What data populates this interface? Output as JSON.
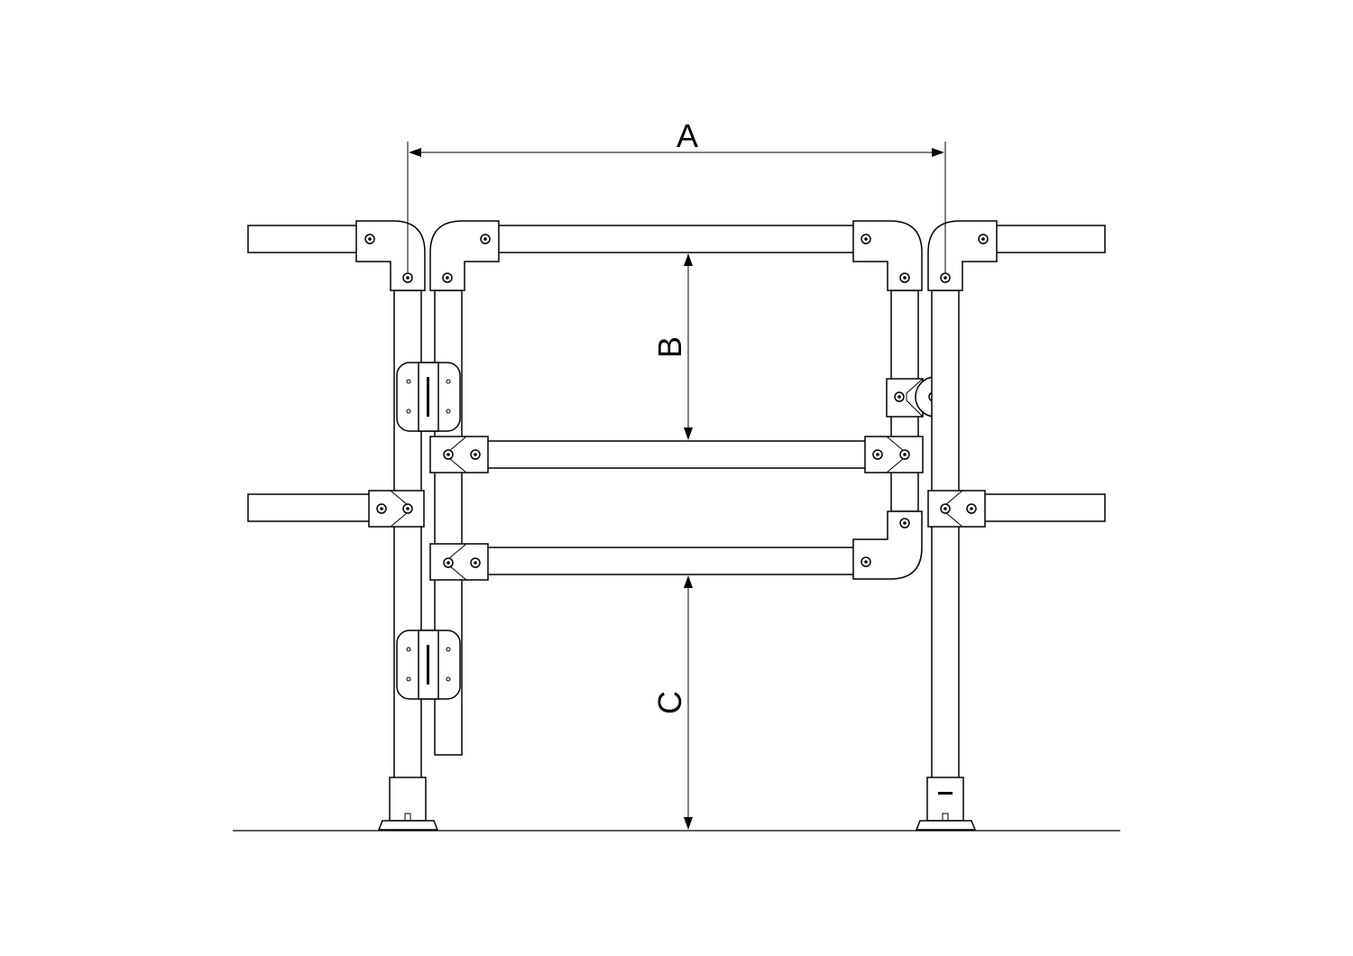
{
  "diagram": {
    "labels": {
      "dimension_a": "A",
      "dimension_b": "B",
      "dimension_c": "C"
    },
    "colors": {
      "line": "#000000",
      "background": "#ffffff"
    }
  }
}
